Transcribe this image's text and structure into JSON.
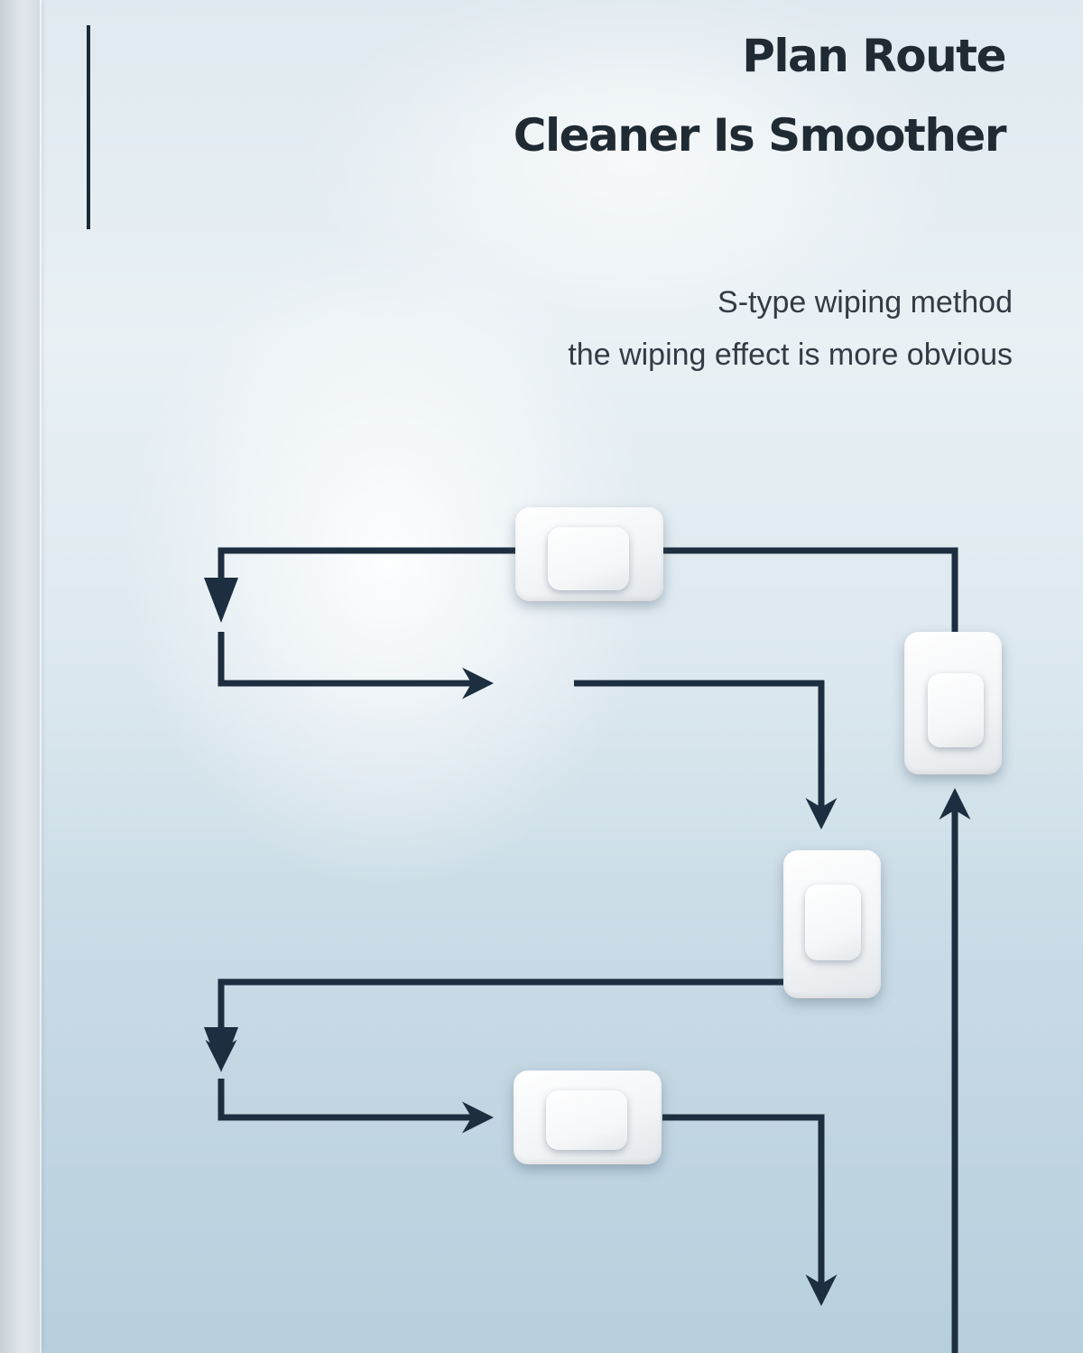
{
  "headline": {
    "line1": "Plan Route",
    "line2": "Cleaner Is Smoother"
  },
  "subtext": {
    "line1": "S-type wiping method",
    "line2": "the wiping effect is more obvious"
  },
  "colors": {
    "route_line": "#1c2e3f",
    "headline_text": "#1f2a33",
    "device_body": "#f4f6f8"
  }
}
